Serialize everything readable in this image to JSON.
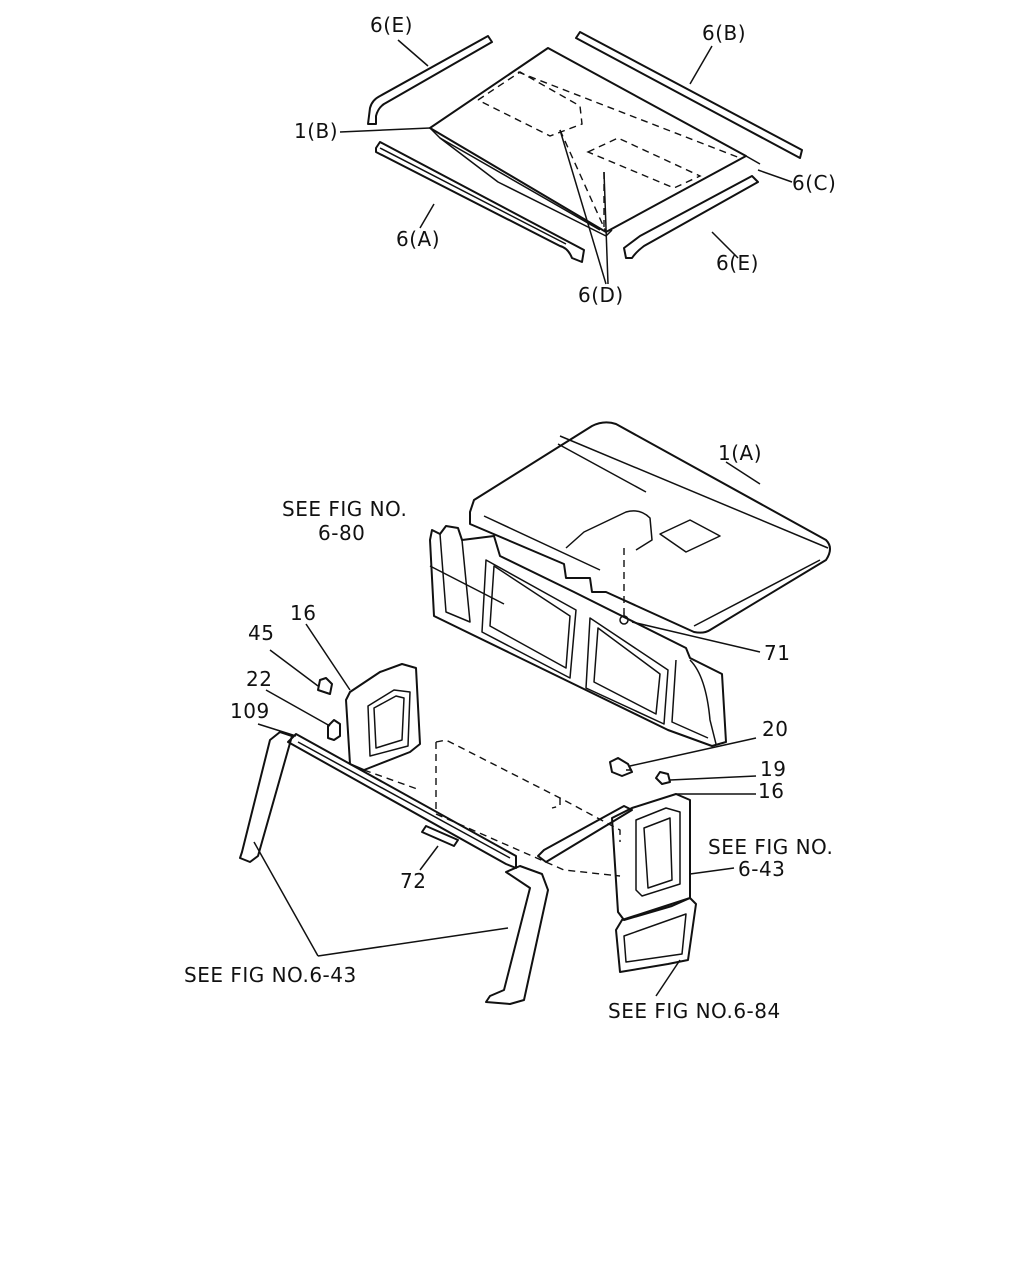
{
  "labels": {
    "6E_top": "6(E)",
    "6B": "6(B)",
    "1B": "1(B)",
    "6C": "6(C)",
    "6A": "6(A)",
    "6E_bottom": "6(E)",
    "6D": "6(D)",
    "1A": "1(A)",
    "see_6_80_line1": "SEE FIG NO.",
    "see_6_80_line2": "6-80",
    "p16_left": "16",
    "p45": "45",
    "p22": "22",
    "p109": "109",
    "p71": "71",
    "p20": "20",
    "p19": "19",
    "p16_right": "16",
    "see_6_43_right_line1": "SEE FIG NO.",
    "see_6_43_right_line2": "6-43",
    "p72": "72",
    "see_6_43_left": "SEE FIG NO.6-43",
    "see_6_84": "SEE FIG NO.6-84"
  }
}
